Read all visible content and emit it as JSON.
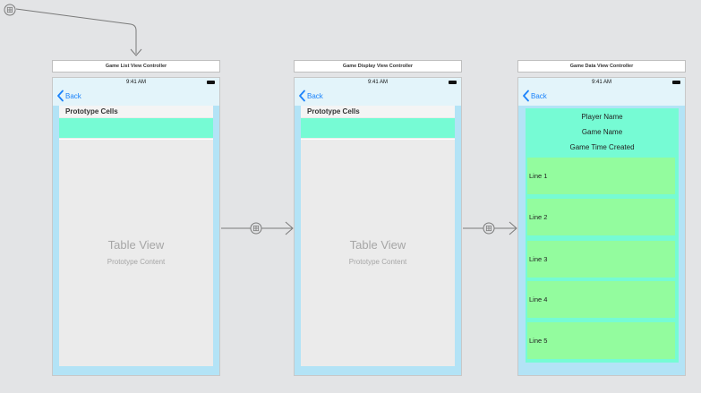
{
  "colors": {
    "canvas": "#e3e4e6",
    "device": "#b3e3f6",
    "nav_bar": "#e3f4fa",
    "prototype_cell": "#76fbd4",
    "line_cell": "#93fc9e",
    "back_tint": "#1a82fb",
    "segue_line": "#7a7a7a"
  },
  "scenes": [
    {
      "title": "Game List View Controller",
      "status_time": "9:41 AM",
      "back_label": "Back",
      "section_header": "Prototype Cells",
      "table_title": "Table View",
      "table_subtitle": "Prototype Content"
    },
    {
      "title": "Game Display View Controller",
      "status_time": "9:41 AM",
      "back_label": "Back",
      "section_header": "Prototype Cells",
      "table_title": "Table View",
      "table_subtitle": "Prototype Content"
    },
    {
      "title": "Game Data View Controller",
      "status_time": "9:41 AM",
      "back_label": "Back",
      "info_labels": [
        "Player Name",
        "Game Name",
        "Game Time Created"
      ],
      "lines": [
        "Line 1",
        "Line 2",
        "Line 3",
        "Line 4",
        "Line 5"
      ]
    }
  ],
  "segues": [
    {
      "kind": "relationship",
      "icon": "segue-icon"
    },
    {
      "kind": "show",
      "from": "Game List View Controller",
      "to": "Game Display View Controller",
      "icon": "segue-icon"
    },
    {
      "kind": "show",
      "from": "Game Display View Controller",
      "to": "Game Data View Controller",
      "icon": "segue-icon"
    }
  ]
}
